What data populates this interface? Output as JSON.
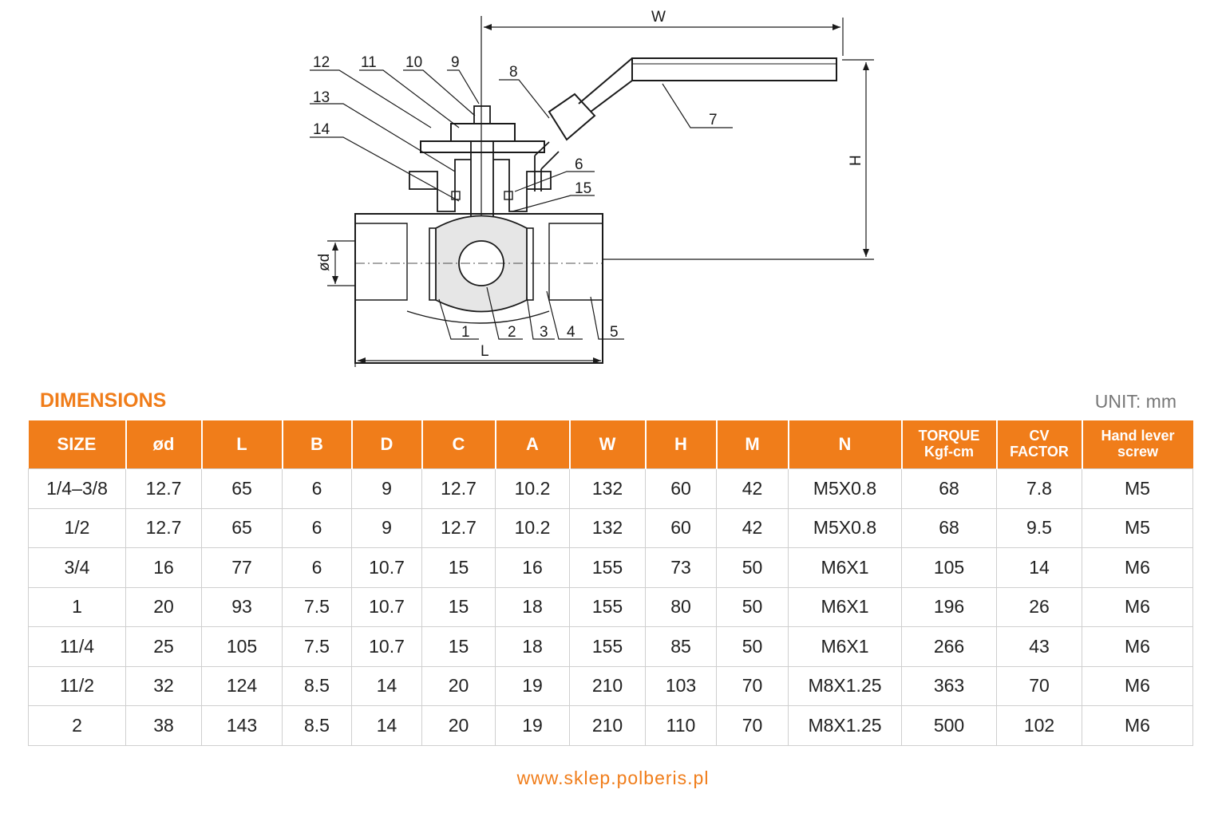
{
  "drawing": {
    "callouts": [
      "1",
      "2",
      "3",
      "4",
      "5",
      "6",
      "7",
      "8",
      "9",
      "10",
      "11",
      "12",
      "13",
      "14",
      "15"
    ],
    "dim_labels": {
      "W": "W",
      "H": "H",
      "L": "L",
      "d": "ød"
    }
  },
  "section_title": "DIMENSIONS",
  "unit_label": "UNIT: mm",
  "table": {
    "headers": [
      "SIZE",
      "ød",
      "L",
      "B",
      "D",
      "C",
      "A",
      "W",
      "H",
      "M",
      "N",
      "TORQUE\nKgf-cm",
      "CV\nFACTOR",
      "Hand lever\nscrew"
    ],
    "rows": [
      [
        "1/4–3/8",
        "12.7",
        "65",
        "6",
        "9",
        "12.7",
        "10.2",
        "132",
        "60",
        "42",
        "M5X0.8",
        "68",
        "7.8",
        "M5"
      ],
      [
        "1/2",
        "12.7",
        "65",
        "6",
        "9",
        "12.7",
        "10.2",
        "132",
        "60",
        "42",
        "M5X0.8",
        "68",
        "9.5",
        "M5"
      ],
      [
        "3/4",
        "16",
        "77",
        "6",
        "10.7",
        "15",
        "16",
        "155",
        "73",
        "50",
        "M6X1",
        "105",
        "14",
        "M6"
      ],
      [
        "1",
        "20",
        "93",
        "7.5",
        "10.7",
        "15",
        "18",
        "155",
        "80",
        "50",
        "M6X1",
        "196",
        "26",
        "M6"
      ],
      [
        "11/4",
        "25",
        "105",
        "7.5",
        "10.7",
        "15",
        "18",
        "155",
        "85",
        "50",
        "M6X1",
        "266",
        "43",
        "M6"
      ],
      [
        "11/2",
        "32",
        "124",
        "8.5",
        "14",
        "20",
        "19",
        "210",
        "103",
        "70",
        "M8X1.25",
        "363",
        "70",
        "M6"
      ],
      [
        "2",
        "38",
        "143",
        "8.5",
        "14",
        "20",
        "19",
        "210",
        "110",
        "70",
        "M8X1.25",
        "500",
        "102",
        "M6"
      ]
    ]
  },
  "footer_url": "www.sklep.polberis.pl",
  "colors": {
    "accent": "#f07d1a",
    "header_text": "#ffffff",
    "border": "#cfcfcf"
  }
}
